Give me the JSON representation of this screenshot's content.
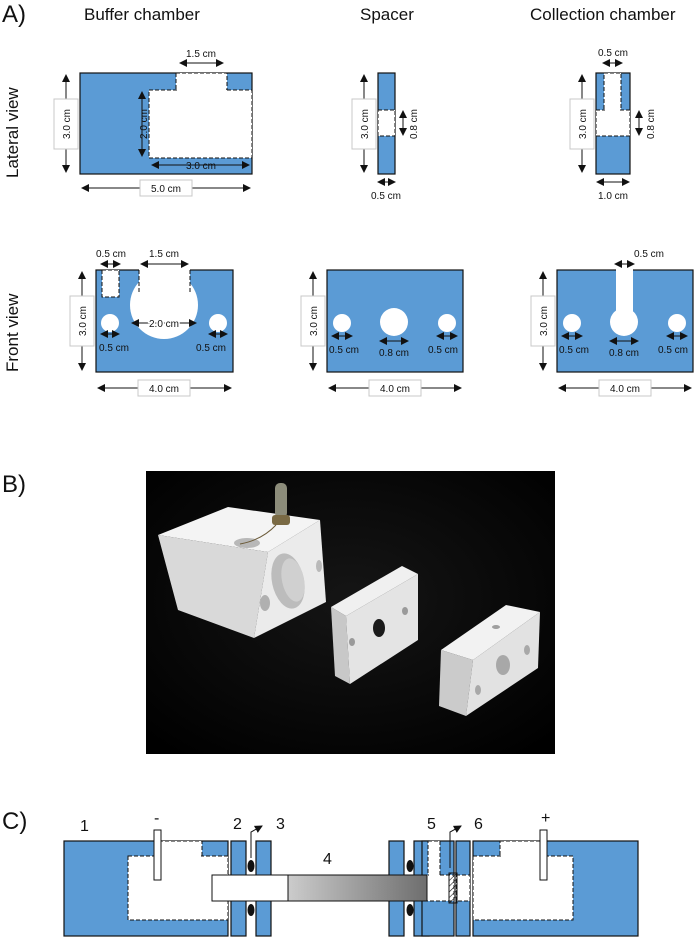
{
  "panels": {
    "a": "A)",
    "b": "B)",
    "c": "C)"
  },
  "columns": {
    "buffer": "Buffer chamber",
    "spacer": "Spacer",
    "collection": "Collection chamber"
  },
  "rows": {
    "lateral": "Lateral view",
    "front": "Front view"
  },
  "dims": {
    "buffer_lateral": {
      "top": "1.5 cm",
      "height": "3.0 cm",
      "inner_height": "2.0 cm",
      "inner_width": "3.0 cm",
      "width": "5.0 cm"
    },
    "spacer_lateral": {
      "height": "3.0 cm",
      "hole": "0.8 cm",
      "width": "0.5 cm"
    },
    "collection_lateral": {
      "slot": "0.5 cm",
      "height": "3.0 cm",
      "hole": "0.8 cm",
      "width": "1.0 cm"
    },
    "buffer_front": {
      "slot": "0.5 cm",
      "opening": "1.5 cm",
      "height": "3.0 cm",
      "circle": "2.0 cm",
      "left_hole": "0.5 cm",
      "right_hole": "0.5 cm",
      "width": "4.0 cm"
    },
    "spacer_front": {
      "height": "3.0 cm",
      "left_hole": "0.5 cm",
      "center_hole": "0.8 cm",
      "right_hole": "0.5 cm",
      "width": "4.0 cm"
    },
    "collection_front": {
      "slot": "0.5 cm",
      "height": "3.0 cm",
      "left_hole": "0.5 cm",
      "center_hole": "0.8 cm",
      "right_hole": "0.5 cm",
      "width": "4.0 cm"
    }
  },
  "assembly": {
    "labels": [
      "1",
      "-",
      "2",
      "3",
      "4",
      "5",
      "6",
      "+"
    ]
  },
  "colors": {
    "part": "#5b9bd5",
    "photo_bg": "#000000"
  }
}
